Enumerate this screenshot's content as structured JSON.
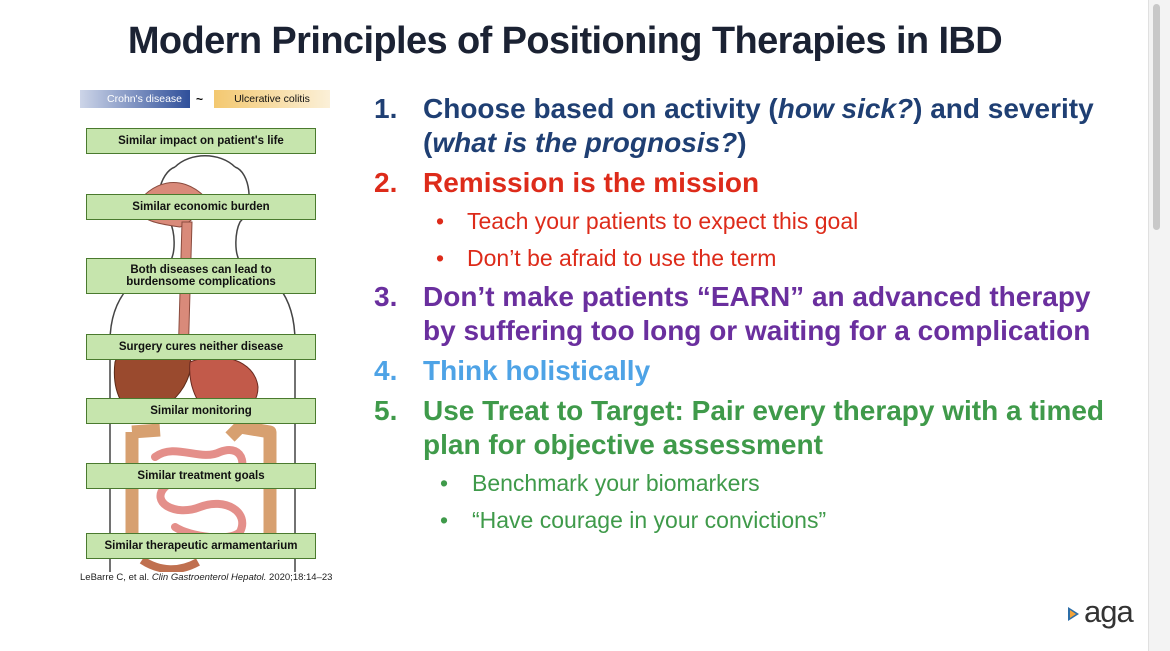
{
  "slide": {
    "title": "Modern Principles of Positioning Therapies in IBD",
    "figure": {
      "legend_left": "Crohn's disease",
      "legend_sep": "~",
      "legend_right": "Ulcerative colitis",
      "boxes": [
        "Similar impact on patient's life",
        "Similar economic burden",
        "Both diseases can lead to burdensome complications",
        "Surgery cures neither disease",
        "Similar monitoring",
        "Similar treatment goals",
        "Similar therapeutic armamentarium"
      ]
    },
    "citation": {
      "authors": "LeBarre C, et al.",
      "journal": "Clin Gastroenterol Hepatol.",
      "ref": "2020;18:14–23"
    },
    "points": [
      {
        "num": "1.",
        "pre": "Choose based on activity (",
        "em1": "how sick?",
        "mid": ") and severity (",
        "em2": "what is the prognosis?",
        "post": ")"
      },
      {
        "num": "2.",
        "text": "Remission is the mission",
        "subs": [
          "Teach your patients to expect this goal",
          "Don’t be afraid to use the term"
        ]
      },
      {
        "num": "3.",
        "text": "Don’t make patients “EARN” an advanced therapy by suffering too long or waiting for a complication"
      },
      {
        "num": "4.",
        "text": "Think holistically"
      },
      {
        "num": "5.",
        "text": "Use Treat to Target: Pair every therapy with a timed plan for objective assessment",
        "subs": [
          "Benchmark your biomarkers",
          "“Have courage in your convictions”"
        ]
      }
    ],
    "logo_text": "aga",
    "colors": {
      "title": "#1b2233",
      "p1": "#1f3f73",
      "p2": "#dd2b1a",
      "p3": "#6a2f9e",
      "p4": "#4ea3e6",
      "p5": "#3f9a4a"
    }
  }
}
